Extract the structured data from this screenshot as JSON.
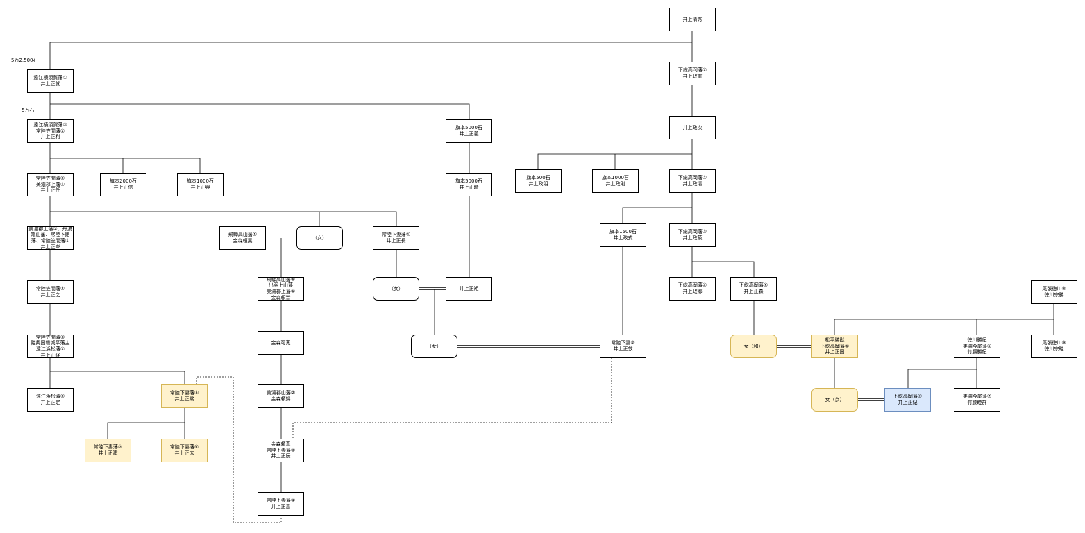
{
  "nodes": {
    "kiyohide": "井上清秀",
    "masashige": "下総高岡藩①\n井上政重",
    "masatsugu": "井上政次",
    "masaaki": "旗本500石\n井上政明",
    "masanori_b": "旗本1000石\n井上政則",
    "masasumi": "下総高岡藩②\n井上政清",
    "masanori_c": "旗本1500石\n井上政式",
    "masamine": "下総高岡藩③\n井上政蔽",
    "masanori_d": "下総高岡藩④\n井上政郷",
    "masamori": "下総高岡藩⑤\n井上正森",
    "masanari": "遠江横須賀藩①\n井上正就",
    "masatoshi": "遠江横須賀藩②\n常陸笠間藩①\n井上正利",
    "masayoshi_h": "旗本5000石\n井上正義",
    "masato": "常陸笠間藩②\n美濃郡上藩①\n井上正任",
    "masanobu": "旗本2000石\n井上正信",
    "masaoki": "旗本1000石\n井上正興",
    "masaharu_h": "旗本5000石\n井上正晴",
    "masamine2": "美濃郡上藩②、丹波\n亀山藩、常陸下館\n藩、常陸笠間藩①\n井上正岑",
    "kanamori_yorinari": "飛騨高山藩⑤\n金森頼業",
    "onna1": "（女）",
    "masanaga": "常陸下妻藩①\n井上正長",
    "masayuki": "常陸笠間藩②\n井上正之",
    "kanamori_yoritoki": "飛騨高山藩⑥\n出羽上山藩\n美濃郡上藩①\n金森頼旹",
    "onna2": "（女）",
    "masanori_ii": "井上正矩",
    "masatsune": "常陸笠間藩③\n陸奥国磐城平藩主\n遠江浜松藩①\n井上正経",
    "kanamori_kahi": "金森可寛",
    "onna3": "（女）",
    "masaatsu": "常陸下妻②\n井上正敦",
    "masasada": "遠江浜松藩②\n井上正定",
    "masaaki_s": "常陸下妻藩⑤\n井上正棠",
    "kanamori_yorikane": "美濃郡山藩②\n金森頼錦",
    "masatate": "常陸下妻藩⑦\n井上正建",
    "masahiro": "常陸下妻藩⑥\n井上正広",
    "kanamori_yorisada": "金森頼真\n常陸下妻藩③\n井上正辰",
    "masanori_s4": "常陸下妻藩④\n井上正意",
    "onna_wa": "女（和）",
    "matsudaira": "松平勝猷\n下総高岡藩⑥\n井上正国",
    "onna_kyo": "女（京）",
    "masanori7": "下総高岡藩⑦\n井上正紀",
    "tokugawa_katsunori": "徳川勝紀\n美濃今尾藩⑥\n竹腰勝紀",
    "owari8": "尾張徳川⑧\n徳川宗勝",
    "owari9": "尾張徳川⑨\n徳川宗睦",
    "mino7": "美濃今尾藩⑦\n竹腰睦群"
  },
  "notes": {
    "koku1": "5万2,500石",
    "koku2": "5万石"
  }
}
